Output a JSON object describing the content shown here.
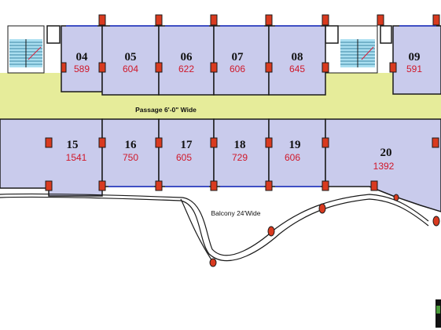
{
  "passage_label": "Passage 6'-0\" Wide",
  "balcony_label": "Balcony 24'Wide",
  "top_shops": [
    {
      "number": "04",
      "area": "589"
    },
    {
      "number": "05",
      "area": "604"
    },
    {
      "number": "06",
      "area": "622"
    },
    {
      "number": "07",
      "area": "606"
    },
    {
      "number": "08",
      "area": "645"
    },
    {
      "number": "09",
      "area": "591"
    }
  ],
  "bottom_shops": [
    {
      "number": "15",
      "area": "1541"
    },
    {
      "number": "16",
      "area": "750"
    },
    {
      "number": "17",
      "area": "605"
    },
    {
      "number": "18",
      "area": "729"
    },
    {
      "number": "19",
      "area": "606"
    },
    {
      "number": "20",
      "area": "1392"
    }
  ],
  "colors": {
    "shop_fill": "#c9cbec",
    "passage_fill": "#e6ec9a",
    "stair_fill": "#a9def0",
    "wall": "#1a1a1a",
    "column": "#d93a1f",
    "area_text": "#d0182a",
    "window": "#2a3fd8"
  }
}
